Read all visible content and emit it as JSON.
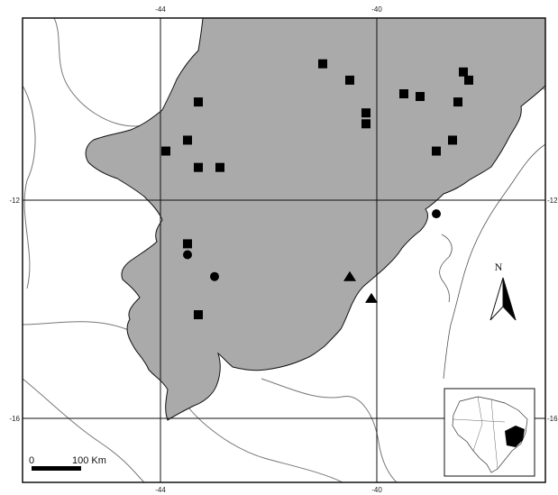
{
  "ticks": {
    "lon_top": [
      "-44",
      "-40"
    ],
    "lon_bottom": [
      "-44",
      "-40"
    ],
    "lat_left": [
      "-12",
      "-16"
    ],
    "lat_right": [
      "-12",
      "-16"
    ]
  },
  "scale": {
    "zero": "0",
    "label": "100 Km"
  },
  "north": "N",
  "legend_symbols": {
    "square": "square-marker",
    "circle": "circle-marker",
    "triangle": "triangle-marker"
  },
  "colors": {
    "region_fill": "#aaaaaa",
    "outline": "#111111",
    "lines": "#777777"
  },
  "markers": {
    "squares": [
      [
        -41.0,
        -9.5
      ],
      [
        -40.5,
        -9.8
      ],
      [
        -43.3,
        -10.2
      ],
      [
        -40.2,
        -10.4
      ],
      [
        -40.2,
        -10.6
      ],
      [
        -43.5,
        -10.9
      ],
      [
        -43.9,
        -11.1
      ],
      [
        -43.3,
        -11.4
      ],
      [
        -42.9,
        -11.4
      ],
      [
        -39.5,
        -10.05
      ],
      [
        -39.2,
        -10.1
      ],
      [
        -38.4,
        -9.65
      ],
      [
        -38.3,
        -9.8
      ],
      [
        -38.5,
        -10.2
      ],
      [
        -38.6,
        -10.9
      ],
      [
        -38.9,
        -11.1
      ],
      [
        -43.5,
        -12.8
      ],
      [
        -43.3,
        -14.1
      ]
    ],
    "circles": [
      [
        -43.5,
        -13.0
      ],
      [
        -43.0,
        -13.4
      ],
      [
        -38.9,
        -12.25
      ]
    ],
    "triangles": [
      [
        -40.5,
        -13.4
      ],
      [
        -40.1,
        -13.8
      ]
    ]
  }
}
